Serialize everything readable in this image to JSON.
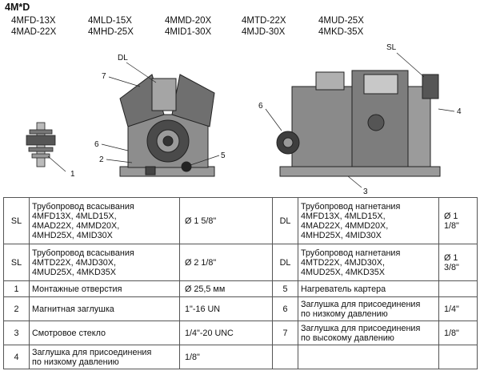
{
  "header": {
    "title": "4M*D",
    "models": [
      "4MFD-13X",
      "4MLD-15X",
      "4MMD-20X",
      "4MTD-22X",
      "4MUD-25X",
      "4MAD-22X",
      "4MHD-25X",
      "4MID1-30X",
      "4MJD-30X",
      "4MKD-35X"
    ]
  },
  "drawing": {
    "callouts_left": [
      "DL",
      "7",
      "6",
      "2",
      "5",
      "1"
    ],
    "callouts_right": [
      "SL",
      "4",
      "6",
      "3"
    ]
  },
  "table": {
    "rows": [
      [
        "SL",
        "Трубопровод всасывания\n4MFD13X, 4MLD15X,\n4MAD22X, 4MMD20X,\n4MHD25X, 4MID30X",
        "Ø 1 5/8\"",
        "DL",
        "Трубопровод нагнетания\n4MFD13X, 4MLD15X,\n4MAD22X, 4MMD20X,\n4MHD25X, 4MID30X",
        "Ø 1 1/8\""
      ],
      [
        "SL",
        "Трубопровод всасывания\n4MTD22X, 4MJD30X,\n4MUD25X, 4MKD35X",
        "Ø 2 1/8\"",
        "DL",
        "Трубопровод нагнетания\n4MTD22X, 4MJD30X,\n4MUD25X, 4MKD35X",
        "Ø 1 3/8\""
      ],
      [
        "1",
        "Монтажные отверстия",
        "Ø 25,5 мм",
        "5",
        "Нагреватель картера",
        ""
      ],
      [
        "2",
        "Магнитная заглушка",
        "1\"-16 UN",
        "6",
        "Заглушка для присоединения\nпо низкому давлению",
        "1/4\""
      ],
      [
        "3",
        "Смотровое стекло",
        "1/4\"-20 UNC",
        "7",
        "Заглушка для присоединения\nпо высокому давлению",
        "1/8\""
      ],
      [
        "4",
        "Заглушка для присоединения\nпо низкому давлению",
        "1/8\"",
        "",
        "",
        ""
      ]
    ]
  }
}
